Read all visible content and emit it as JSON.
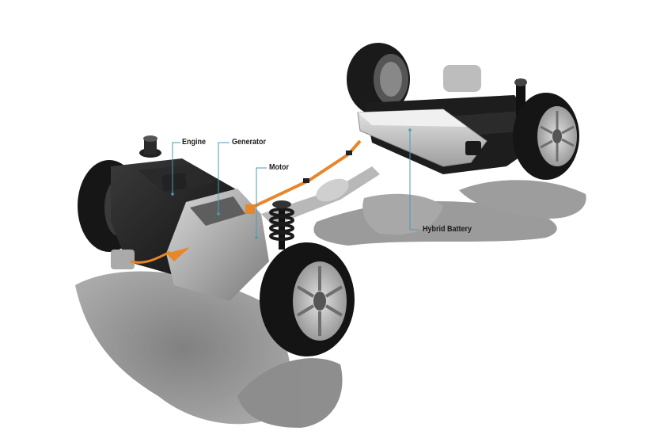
{
  "image": {
    "subject": "hybrid powertrain chassis cutaway",
    "background_color": "#ffffff",
    "accent_orange": "#e8862a",
    "leader_line_color": "#4a9ab5"
  },
  "labels": [
    {
      "id": "engine",
      "text": "Engine"
    },
    {
      "id": "generator",
      "text": "Generator"
    },
    {
      "id": "motor",
      "text": "Motor"
    },
    {
      "id": "hybrid_battery",
      "text": "Hybrid Battery"
    }
  ]
}
